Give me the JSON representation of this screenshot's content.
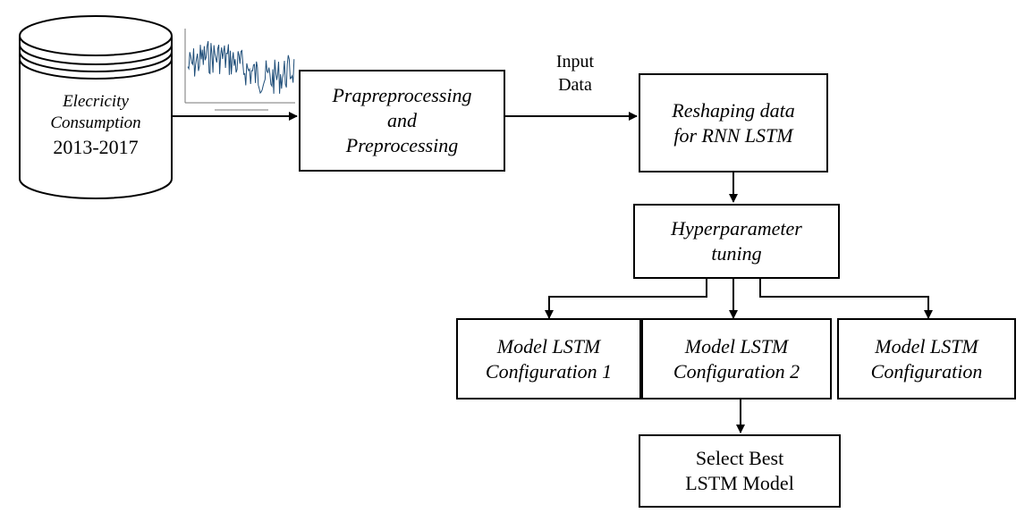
{
  "database": {
    "line1": "Elecricity",
    "line2": "Consumption",
    "line3": "2013-2017"
  },
  "input_label": {
    "line1": "Input",
    "line2": "Data"
  },
  "boxes": {
    "preprocessing": {
      "line1": "Prapreprocessing",
      "line2": "and",
      "line3": "Preprocessing"
    },
    "reshaping": {
      "line1": "Reshaping data",
      "line2": "for RNN LSTM"
    },
    "hyperparameter": {
      "line1": "Hyperparameter",
      "line2": "tuning"
    },
    "config1": {
      "line1": "Model LSTM",
      "line2": "Configuration 1"
    },
    "config2": {
      "line1": "Model LSTM",
      "line2": "Configuration 2"
    },
    "config3": {
      "line1": "Model LSTM",
      "line2": "Configuration"
    },
    "select": {
      "line1": "Select Best",
      "line2": "LSTM Model"
    }
  }
}
